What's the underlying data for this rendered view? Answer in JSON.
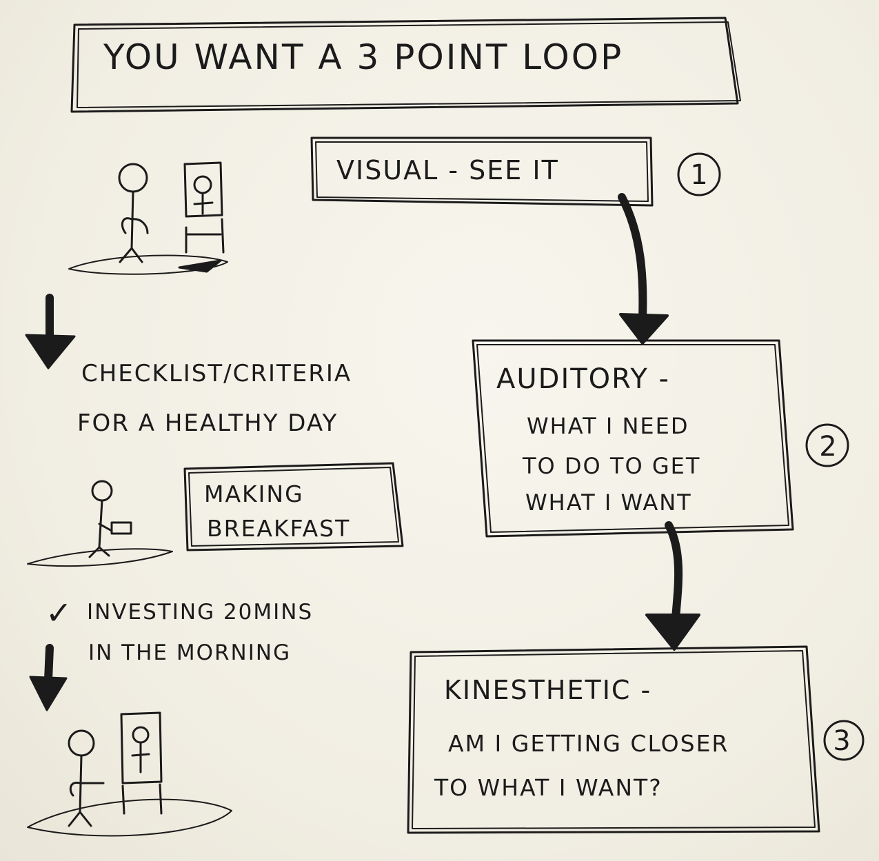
{
  "title": "you want a 3 point loop",
  "steps": [
    {
      "number": "1",
      "label": "visual - see it"
    },
    {
      "number": "2",
      "title": "auditory -",
      "lines": [
        "what I need",
        "to do to get",
        "what I want"
      ]
    },
    {
      "number": "3",
      "title": "kinesthetic -",
      "lines": [
        "am I getting closer",
        "to what I want?"
      ]
    }
  ],
  "checklist": {
    "line1": "checklist/criteria",
    "line2": "for a healthy day"
  },
  "breakfast": {
    "line1": "making",
    "line2": "breakfast"
  },
  "investing": {
    "check": "✓",
    "line1": "investing 20mins",
    "line2": "in the morning"
  },
  "colors": {
    "paper": "#f3f0e6",
    "ink": "#1b1b1b"
  }
}
